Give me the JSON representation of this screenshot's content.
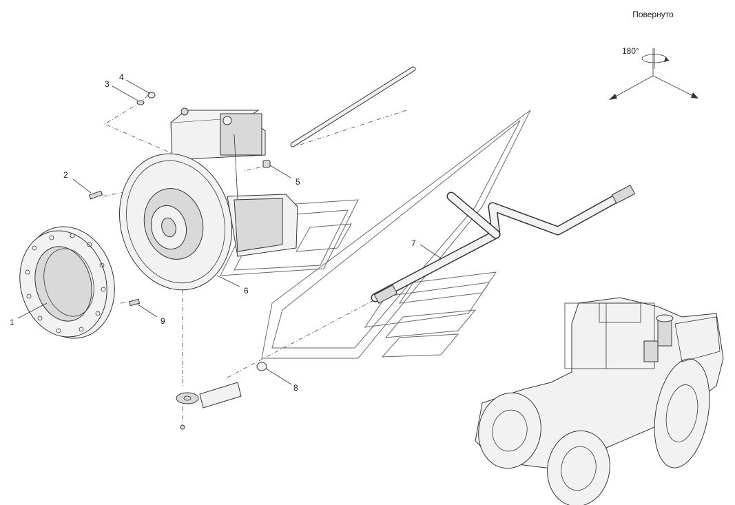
{
  "rotation_note": {
    "label": "Повернуто",
    "angle": "180°"
  },
  "callouts": [
    {
      "id": "1",
      "text": "1"
    },
    {
      "id": "2",
      "text": "2"
    },
    {
      "id": "3",
      "text": "3"
    },
    {
      "id": "4",
      "text": "4"
    },
    {
      "id": "5",
      "text": "5"
    },
    {
      "id": "6",
      "text": "6"
    },
    {
      "id": "7",
      "text": "7"
    },
    {
      "id": "8",
      "text": "8"
    },
    {
      "id": "9",
      "text": "9"
    }
  ]
}
